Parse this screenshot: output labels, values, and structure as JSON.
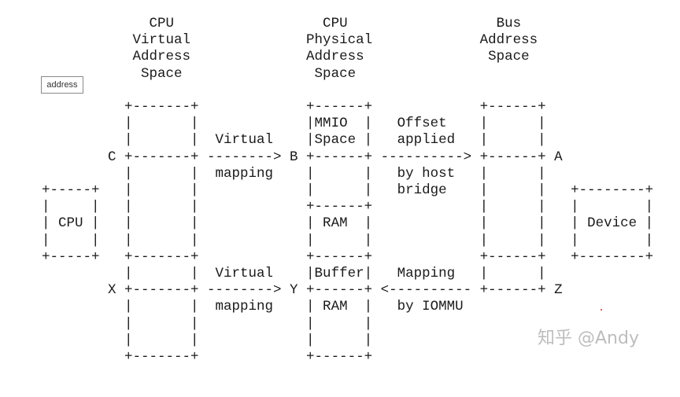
{
  "diagram": {
    "label_tag": "address",
    "ascii_lines": [
      "               CPU                  CPU                  Bus",
      "             Virtual              Physical             Address",
      "             Address              Address               Space",
      "              Space                Space",
      "",
      "            +-------+             +------+             +------+",
      "            |       |             |MMIO  |   Offset    |      |",
      "            |       |  Virtual    |Space |   applied   |      |",
      "          C +-------+ --------> B +------+ ----------> +------+ A",
      "            |       |  mapping    |      |   by host   |      |",
      "  +-----+   |       |             |      |   bridge    |      |   +--------+",
      "  |     |   |       |             +------+             |      |   |        |",
      "  | CPU |   |       |             | RAM  |             |      |   | Device |",
      "  |     |   |       |             |      |             |      |   |        |",
      "  +-----+   +-------+             +------+             +------+   +--------+",
      "            |       |  Virtual    |Buffer|   Mapping   |      |",
      "          X +-------+ --------> Y +------+ <---------- +------+ Z",
      "            |       |  mapping    | RAM  |   by IOMMU",
      "            |       |             |      |",
      "            |       |             |      |",
      "            +-------+             +------+"
    ],
    "watermark": "知乎 @Andy"
  }
}
